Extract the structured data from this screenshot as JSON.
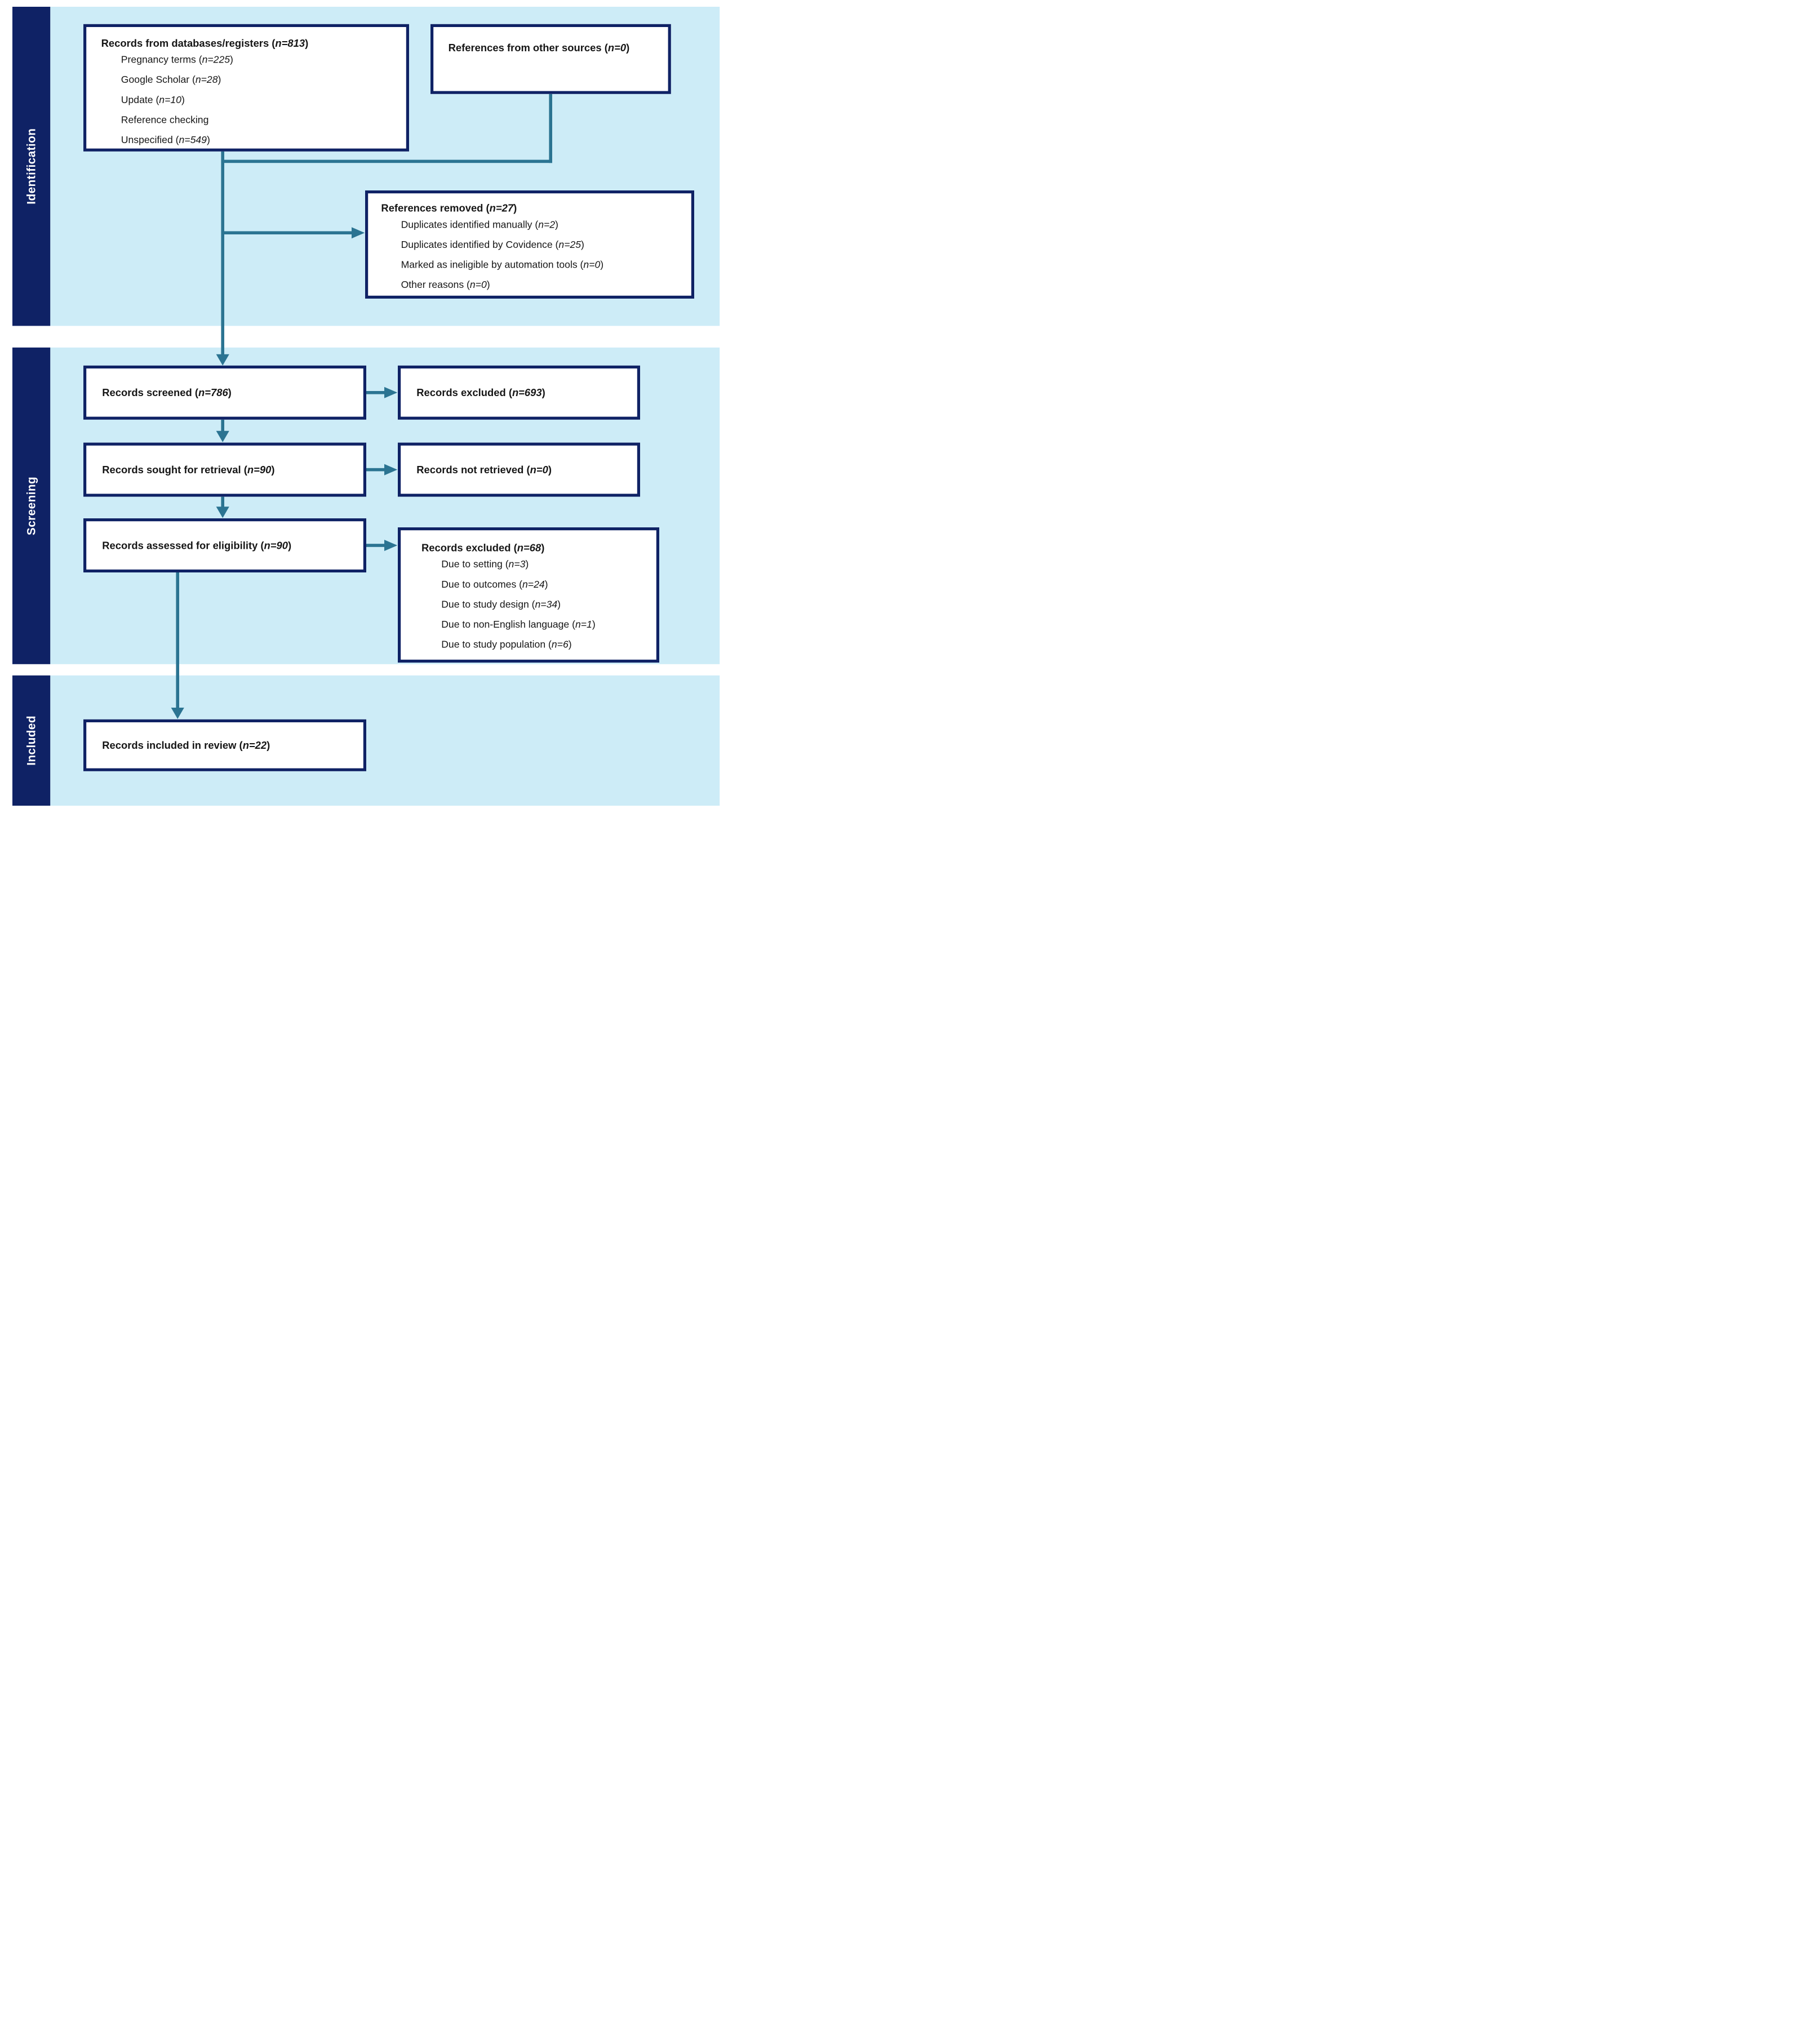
{
  "palette": {
    "navy": "#0f2265",
    "light_blue": "#cdecf7",
    "teal_arrow": "#2b7492",
    "box_background": "#ffffff",
    "text": "#161616",
    "sidebar_text": "#ffffff"
  },
  "sidebar": {
    "identification_label": "Identification",
    "screening_label": "Screening",
    "included_label": "Included"
  },
  "boxes": {
    "databases": {
      "title": "Records from databases/registers (n=813)",
      "items": [
        "Pregnancy terms (n=225)",
        "Google Scholar (n=28)",
        "Update (n=10)",
        "Reference checking",
        "Unspecified (n=549)"
      ]
    },
    "other_sources": {
      "title": "References from other sources (n=0)"
    },
    "references_removed": {
      "title": "References removed (n=27)",
      "items": [
        "Duplicates identified manually (n=2)",
        "Duplicates identified by Covidence (n=25)",
        "Marked as ineligible by automation tools (n=0)",
        "Other reasons (n=0)"
      ]
    },
    "screened": {
      "title": "Records screened (n=786)"
    },
    "excluded_screening": {
      "title": "Records excluded (n=693)"
    },
    "sought": {
      "title": "Records sought for retrieval (n=90)"
    },
    "not_retrieved": {
      "title": "Records not retrieved (n=0)"
    },
    "assessed": {
      "title": "Records assessed for eligibility (n=90)"
    },
    "excluded_eligibility": {
      "title": "Records excluded (n=68)",
      "items": [
        "Due to setting (n=3)",
        "Due to outcomes (n=24)",
        "Due to study design (n=34)",
        "Due to non-English language (n=1)",
        "Due to study population (n=6)"
      ]
    },
    "included_review": {
      "title": "Records included in review (n=22)"
    }
  }
}
